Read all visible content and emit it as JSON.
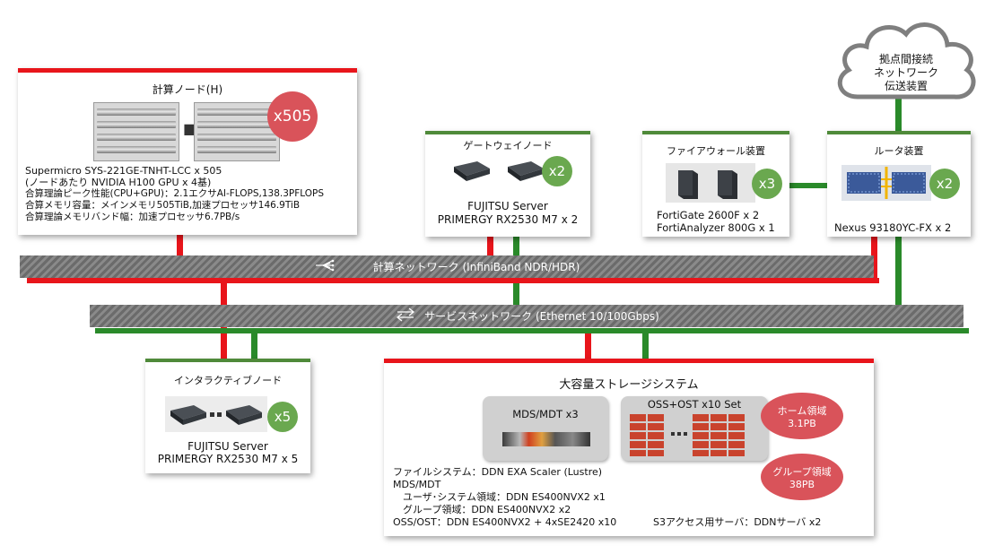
{
  "compute_node": {
    "title": "計算ノード(H)",
    "badge": "x505",
    "lines": [
      "Supermicro SYS-221GE-TNHT-LCC x 505",
      "(ノードあたり NVIDIA H100 GPU x 4基)",
      "合算理論ピーク性能(CPU+GPU)：2.1エクサAI-FLOPS,138.3PFLOPS",
      "合算メモリ容量：メインメモリ505TiB,加速プロセッサ146.9TiB",
      "合算理論メモリバンド幅：加速プロセッサ6.7PB/s"
    ]
  },
  "gateway_node": {
    "title": "ゲートウェイノード",
    "badge": "x2",
    "lines": [
      "FUJITSU Server",
      "PRIMERGY RX2530 M7 x 2"
    ]
  },
  "firewall": {
    "title": "ファイアウォール装置",
    "badge": "x3",
    "lines": [
      "FortiGate 2600F x 2",
      "FortiAnalyzer 800G x 1"
    ]
  },
  "router": {
    "title": "ルータ装置",
    "badge": "x2",
    "lines": [
      "Nexus 93180YC-FX x 2"
    ]
  },
  "cloud": {
    "lines": [
      "拠点間接続",
      "ネットワーク",
      "伝送装置"
    ]
  },
  "compute_network": {
    "label": "計算ネットワーク (InfiniBand NDR/HDR)"
  },
  "service_network": {
    "label": "サービスネットワーク (Ethernet 10/100Gbps)"
  },
  "interactive_node": {
    "title": "インタラクティブノード",
    "badge": "x5",
    "lines": [
      "FUJITSU Server",
      "PRIMERGY RX2530 M7 x 5"
    ]
  },
  "storage": {
    "title": "大容量ストレージシステム",
    "mds_label": "MDS/MDT x3",
    "oss_label": "OSS+OST x10 Set",
    "home_area": {
      "name": "ホーム領域",
      "size": "3.1PB"
    },
    "group_area": {
      "name": "グループ領域",
      "size": "38PB"
    },
    "lines": [
      "ファイルシステム：DDN EXA Scaler (Lustre)",
      "MDS/MDT",
      "　ユーザ･システム領域：DDN ES400NVX2 x1",
      "　グループ領域：DDN ES400NVX2 x2",
      "OSS/OST：DDN ES400NVX2 + 4xSE2420 x10"
    ],
    "s3_label": "S3アクセス用サーバ：DDNサーバ x2"
  },
  "colors": {
    "infiniband": "#e8151b",
    "ethernet": "#2a8a2a",
    "badge_green": "#6aa84f",
    "badge_red": "#d9535a"
  }
}
